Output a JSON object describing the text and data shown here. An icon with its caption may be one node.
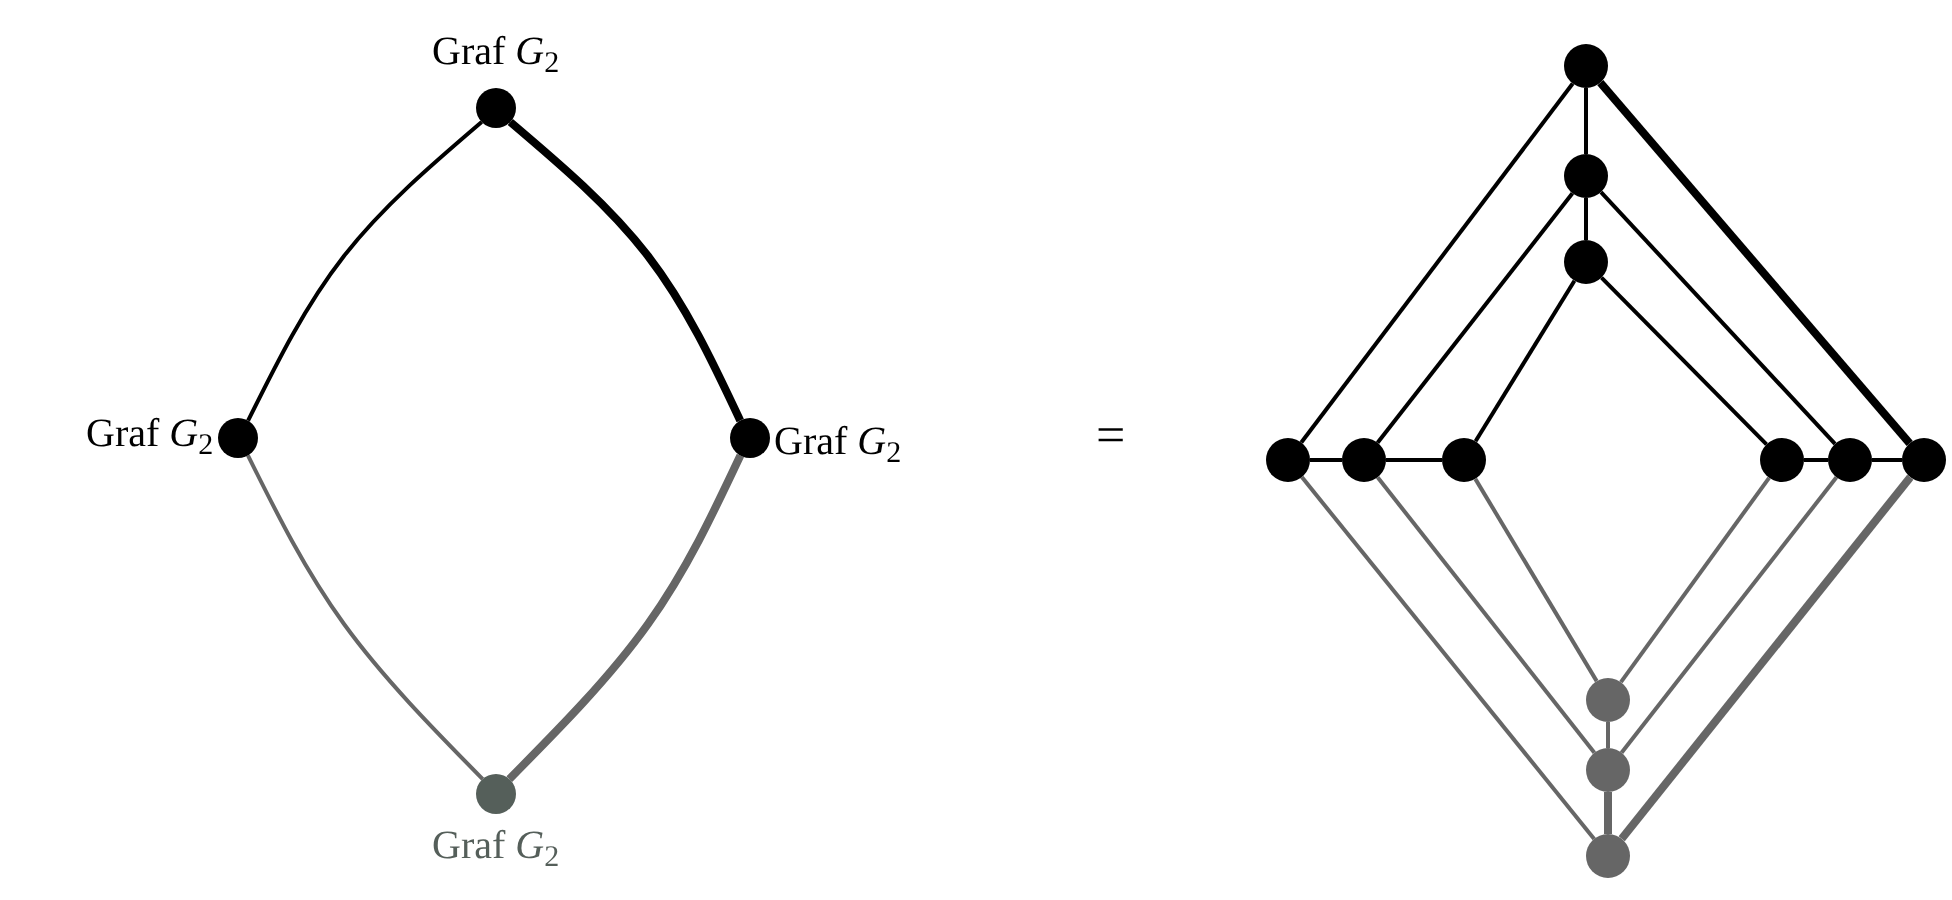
{
  "diagram": {
    "nodes": [
      {
        "text": [],
        "shape": "circle",
        "beside": [
          "Graf *G*$_{2}$"
        ]
      },
      {
        "text": [],
        "shape": "circle",
        "beside": [
          "Graf *G*$_{2}$"
        ]
      },
      {
        "text": [],
        "shape": "circle",
        "beside": [
          "Graf *G*$_{2}$"
        ]
      },
      {
        "text": [],
        "shape": "circle",
        "beside": [
          "Graf *G*$_{2}$"
        ]
      },
      {
        "text": [],
        "shape": "circle"
      },
      {
        "text": [],
        "shape": "circle"
      },
      {
        "text": [],
        "shape": "circle"
      },
      {
        "text": [],
        "shape": "circle"
      },
      {
        "text": [],
        "shape": "circle"
      },
      {
        "text": [],
        "shape": "circle"
      },
      {
        "text": [],
        "shape": "circle"
      },
      {
        "text": [],
        "shape": "circle"
      },
      {
        "text": [],
        "shape": "circle"
      },
      {
        "text": [],
        "shape": "circle"
      },
      {
        "text": [],
        "shape": "circle"
      },
      {
        "text": [],
        "shape": "circle"
      }
    ],
    "edges": [
      {
        "from": 0,
        "to": 1,
        "arrow": "none"
      },
      {
        "from": 0,
        "to": 2,
        "arrow": "none",
        "style": "thick"
      },
      {
        "from": 1,
        "to": 3,
        "arrow": "none",
        "color": "#666666"
      },
      {
        "from": 2,
        "to": 3,
        "arrow": "none",
        "style": "thick",
        "color": "#666666"
      },
      {
        "from": 4,
        "to": 5,
        "arrow": "none"
      },
      {
        "from": 5,
        "to": 6,
        "arrow": "none"
      },
      {
        "from": 4,
        "to": 7,
        "arrow": "none"
      },
      {
        "from": 4,
        "to": 12,
        "arrow": "none",
        "style": "thick"
      },
      {
        "from": 5,
        "to": 8,
        "arrow": "none"
      },
      {
        "from": 5,
        "to": 11,
        "arrow": "none"
      },
      {
        "from": 6,
        "to": 9,
        "arrow": "none"
      },
      {
        "from": 6,
        "to": 10,
        "arrow": "none"
      },
      {
        "from": 7,
        "to": 8,
        "arrow": "none"
      },
      {
        "from": 8,
        "to": 9,
        "arrow": "none"
      },
      {
        "from": 10,
        "to": 11,
        "arrow": "none"
      },
      {
        "from": 11,
        "to": 12,
        "arrow": "none"
      },
      {
        "from": 7,
        "to": 15,
        "arrow": "none",
        "color": "#666666"
      },
      {
        "from": 8,
        "to": 14,
        "arrow": "none",
        "color": "#666666"
      },
      {
        "from": 9,
        "to": 13,
        "arrow": "none",
        "color": "#666666"
      },
      {
        "from": 10,
        "to": 13,
        "arrow": "none",
        "color": "#666666"
      },
      {
        "from": 11,
        "to": 14,
        "arrow": "none",
        "color": "#666666"
      },
      {
        "from": 12,
        "to": 15,
        "arrow": "none",
        "style": "thick",
        "color": "#666666"
      },
      {
        "from": 13,
        "to": 14,
        "arrow": "none",
        "color": "#666666"
      },
      {
        "from": 14,
        "to": 15,
        "arrow": "none",
        "style": "thick",
        "color": "#666666"
      }
    ],
    "labels": [
      "="
    ]
  }
}
